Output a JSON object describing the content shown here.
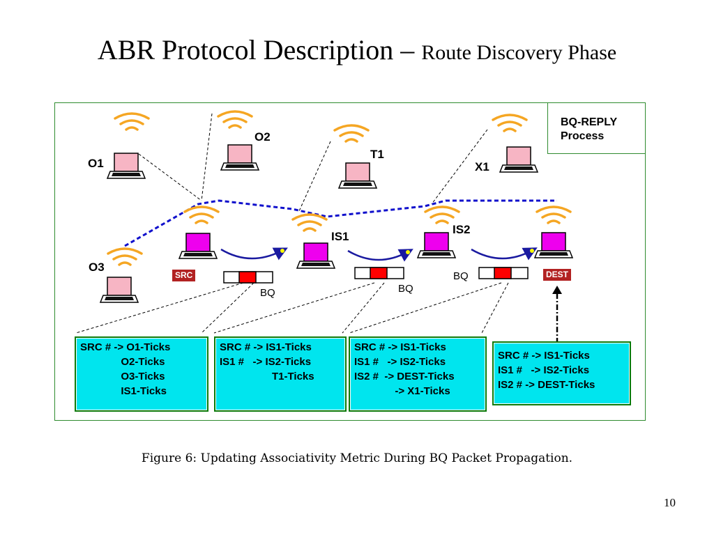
{
  "slide": {
    "title_main": "ABR Protocol Description – ",
    "title_sub": "Route Discovery Phase",
    "caption": "Figure 6:  Updating Associativity Metric During BQ Packet Propagation.",
    "page_number": "10"
  },
  "diagram": {
    "reply_box": [
      "BQ-REPLY",
      "Process"
    ],
    "nodes": {
      "o1": "O1",
      "o2": "O2",
      "t1": "T1",
      "x1": "X1",
      "o3": "O3",
      "is1": "IS1",
      "is2": "IS2"
    },
    "tags": {
      "src": "SRC",
      "dest": "DEST"
    },
    "bq_labels": [
      "BQ",
      "BQ",
      "BQ"
    ],
    "tick_boxes": [
      [
        "SRC # -> O1-Ticks",
        "              O2-Ticks",
        "              O3-Ticks",
        "              IS1-Ticks"
      ],
      [
        "SRC # -> IS1-Ticks",
        "IS1 #   -> IS2-Ticks",
        "                  T1-Ticks"
      ],
      [
        "SRC # -> IS1-Ticks",
        "IS1 #   -> IS2-Ticks",
        "IS2 #  -> DEST-Ticks",
        "              -> X1-Ticks"
      ],
      [
        "SRC # -> IS1-Ticks",
        "IS1 #   -> IS2-Ticks",
        "IS2 # -> DEST-Ticks"
      ]
    ],
    "colors": {
      "wave": "#f5a623",
      "route": "#1010cc",
      "laptop_pink": "#f7b5c4",
      "laptop_magenta": "#ee00ee",
      "tag_red": "#b22222",
      "box_cyan": "#00e5ee",
      "box_border": "#0a7a0a"
    }
  }
}
